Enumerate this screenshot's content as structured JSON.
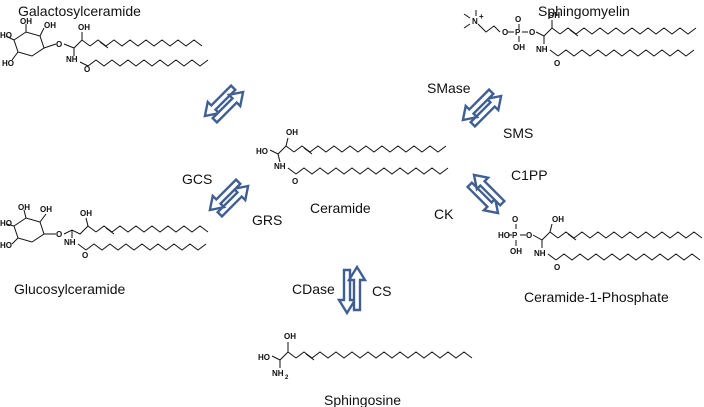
{
  "compounds": {
    "galactosylceramide": "Galactosylceramide",
    "sphingomyelin": "Sphingomyelin",
    "ceramide": "Ceramide",
    "glucosylceramide": "Glucosylceramide",
    "ceramide_1_phosphate": "Ceramide-1-Phosphate",
    "sphingosine": "Sphingosine"
  },
  "enzymes": {
    "smase": "SMase",
    "sms": "SMS",
    "gcs": "GCS",
    "grs": "GRS",
    "c1pp": "C1PP",
    "ck": "CK",
    "cdase": "CDase",
    "cs": "CS"
  },
  "atoms": {
    "oh": "OH",
    "ho": "HO",
    "nh": "NH",
    "o": "O",
    "p": "P",
    "n_plus": "N",
    "plus": "+",
    "nh2": "NH",
    "sub2": "2"
  },
  "colors": {
    "arrow_stroke": "#3f5f93",
    "arrow_fill": "#ffffff"
  }
}
